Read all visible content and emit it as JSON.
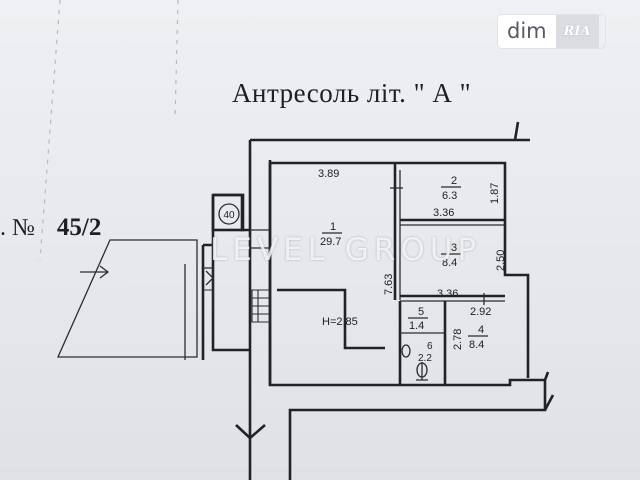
{
  "header": {
    "title": "Антресоль літ. \" А \""
  },
  "lot": {
    "prefix": ". №",
    "number": "45/2"
  },
  "marker": {
    "circle": "40"
  },
  "rooms": [
    {
      "id": "1",
      "area": "29.7"
    },
    {
      "id": "2",
      "area": "6.3"
    },
    {
      "id": "3",
      "area": "8.4"
    },
    {
      "id": "4",
      "area": "8.4"
    },
    {
      "id": "5",
      "area": "1.4"
    },
    {
      "id": "6",
      "area": "2.2"
    }
  ],
  "dimensions": {
    "room1_width": "3.89",
    "room1_length": "7.63",
    "room2_depth": "1.87",
    "room2_width": "3.36",
    "room3_width": "3.36",
    "room3_depth": "2.50",
    "room4_width": "2.92",
    "room4_depth": "2.78",
    "ceiling_height": "H=2.85"
  },
  "watermark": {
    "text": "LEVEL GROUP"
  },
  "badge": {
    "dim": "dim",
    "ria": "RIA"
  },
  "colors": {
    "line": "#202226",
    "paper": "#e9ebef",
    "watermark": "#ffffff"
  }
}
